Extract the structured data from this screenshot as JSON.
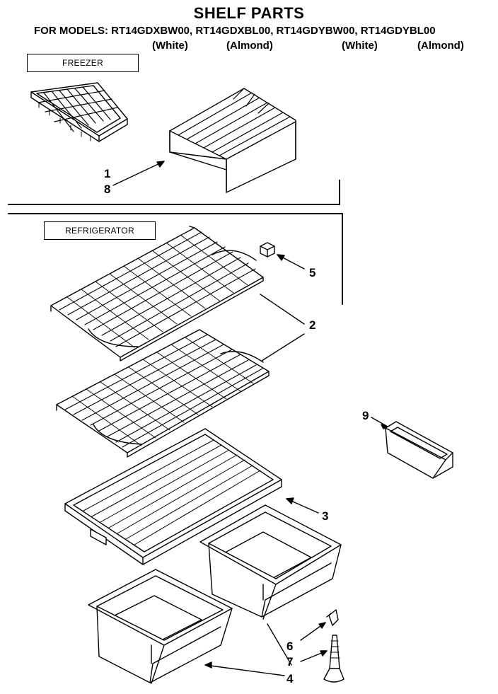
{
  "header": {
    "title": "SHELF PARTS",
    "models_line": "FOR MODELS: RT14GDXBW00, RT14GDXBL00, RT14GDYBW00, RT14GDYBL00",
    "finishes": [
      "(White)",
      "(Almond)",
      "(White)",
      "(Almond)"
    ]
  },
  "sections": {
    "freezer": "FREEZER",
    "refrigerator": "REFRIGERATOR"
  },
  "callouts": {
    "c1": "1",
    "c8": "8",
    "c5": "5",
    "c2": "2",
    "c9": "9",
    "c3": "3",
    "c6": "6",
    "c7": "7",
    "c4": "4"
  }
}
